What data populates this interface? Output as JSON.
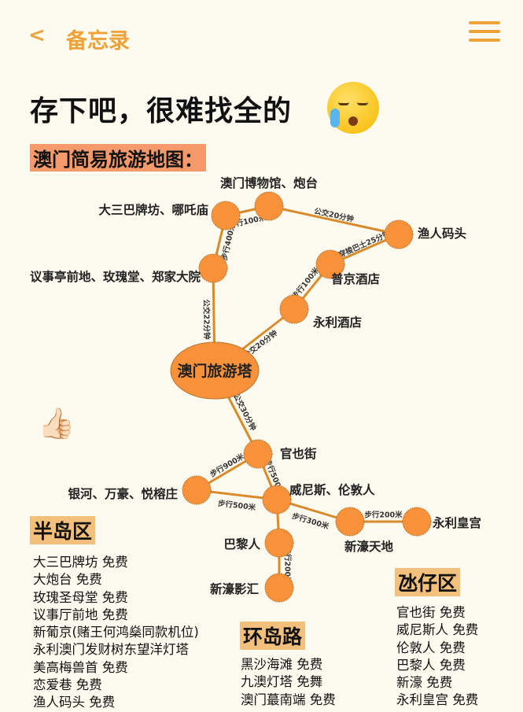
{
  "header": {
    "back_label": "<",
    "title": "备忘录",
    "menu_icon": "hamburger-icon"
  },
  "headline": "存下吧，很难找全的",
  "emoji_icon": "crying-face-icon",
  "map_title": "澳门简易旅游地图：",
  "colors": {
    "accent": "#eea23a",
    "node": "#f7913a",
    "edge": "#d98a2a"
  },
  "map": {
    "nodes": [
      {
        "id": "dasanba",
        "label": "大三巴牌坊、哪吒庙"
      },
      {
        "id": "museum",
        "label": "澳门博物馆、炮台"
      },
      {
        "id": "fisherman",
        "label": "渔人码头"
      },
      {
        "id": "lisboeta",
        "label": "普京酒店"
      },
      {
        "id": "wynn",
        "label": "永利酒店"
      },
      {
        "id": "senado",
        "label": "议事亭前地、玫瑰堂、郑家大院"
      },
      {
        "id": "tower",
        "label": "澳门旅游塔"
      },
      {
        "id": "cunha",
        "label": "官也街"
      },
      {
        "id": "galaxy",
        "label": "银河、万豪、悦榕庄"
      },
      {
        "id": "venetian",
        "label": "威尼斯、伦敦人"
      },
      {
        "id": "cod",
        "label": "新濠天地"
      },
      {
        "id": "wynnpalace",
        "label": "永利皇宫"
      },
      {
        "id": "parisian",
        "label": "巴黎人"
      },
      {
        "id": "studio",
        "label": "新濠影汇"
      }
    ],
    "edges": [
      {
        "from": "dasanba",
        "to": "museum",
        "label": "步行100米"
      },
      {
        "from": "museum",
        "to": "fisherman",
        "label": "公交20分钟"
      },
      {
        "from": "fisherman",
        "to": "lisboeta",
        "label": "穿梭巴士25分钟"
      },
      {
        "from": "lisboeta",
        "to": "wynn",
        "label": "步行100米"
      },
      {
        "from": "wynn",
        "to": "tower",
        "label": "公交20分钟"
      },
      {
        "from": "dasanba",
        "to": "senado",
        "label": "步行400米"
      },
      {
        "from": "senado",
        "to": "tower",
        "label": "公交22分钟"
      },
      {
        "from": "tower",
        "to": "cunha",
        "label": "公交30分钟"
      },
      {
        "from": "cunha",
        "to": "galaxy",
        "label": "步行900米"
      },
      {
        "from": "cunha",
        "to": "venetian",
        "label": "步行500米"
      },
      {
        "from": "galaxy",
        "to": "venetian",
        "label": "步行500米"
      },
      {
        "from": "venetian",
        "to": "cod",
        "label": "步行300米"
      },
      {
        "from": "cod",
        "to": "wynnpalace",
        "label": "步行200米"
      },
      {
        "from": "venetian",
        "to": "parisian",
        "label": ""
      },
      {
        "from": "parisian",
        "to": "studio",
        "label": "步行200米"
      }
    ]
  },
  "thumb_icon": "thumbs-up-icon",
  "sections": {
    "peninsula": {
      "title": "半岛区",
      "items": [
        "大三巴牌坊 免费",
        "大炮台 免费",
        "玫瑰圣母堂 免费",
        "议事厅前地 免费",
        "新葡京(赌王何鸿燊同款机位)",
        "永利澳门发财树东望洋灯塔",
        "美高梅兽首 免费",
        "恋爱巷 免费",
        "渔人码头 免费"
      ]
    },
    "ring": {
      "title": "环岛路",
      "items": [
        "黑沙海滩 免费",
        "九澳灯塔 免舞",
        "澳门蕞南端 免费"
      ]
    },
    "taipa": {
      "title": "氹仔区",
      "items": [
        "官也街 免费",
        "威尼斯人 免费",
        "伦敦人 免费",
        "巴黎人 免费",
        "新濠 免费",
        "永利皇宫 免费"
      ]
    }
  }
}
